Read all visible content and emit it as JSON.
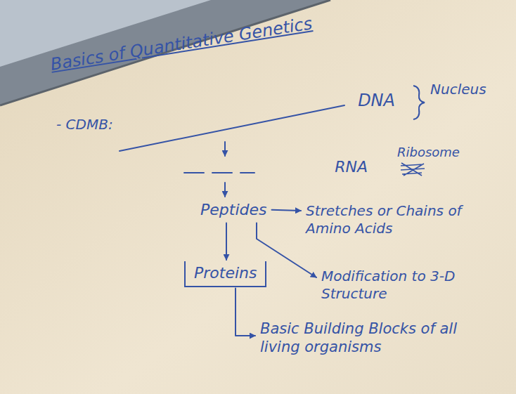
{
  "diagram": {
    "title": "Basics of Quantitative Genetics",
    "nodes": [
      {
        "text": [
          "DNA"
        ]
      },
      {
        "text": [
          "RNA"
        ]
      },
      {
        "text": [
          "Peptides"
        ]
      },
      {
        "text": [
          "Stretches or Chains of Amino Acids"
        ]
      },
      {
        "text": [
          "Proteins"
        ]
      },
      {
        "text": [
          "Modification to 3-D Structure"
        ]
      },
      {
        "text": [
          "Basic Building Blocks of all living organisms"
        ]
      }
    ],
    "edges": [
      {
        "from": 0,
        "to": 1,
        "arrow": "to"
      },
      {
        "from": 1,
        "to": 2,
        "arrow": "to"
      },
      {
        "from": 2,
        "to": 3,
        "arrow": "to"
      },
      {
        "from": 2,
        "to": 4,
        "arrow": "to"
      },
      {
        "from": 2,
        "to": 5,
        "arrow": "to"
      },
      {
        "from": 4,
        "to": 6,
        "arrow": "to"
      }
    ],
    "labels": [
      "- CDMB:",
      "Nucleus",
      "Ribosome"
    ]
  }
}
